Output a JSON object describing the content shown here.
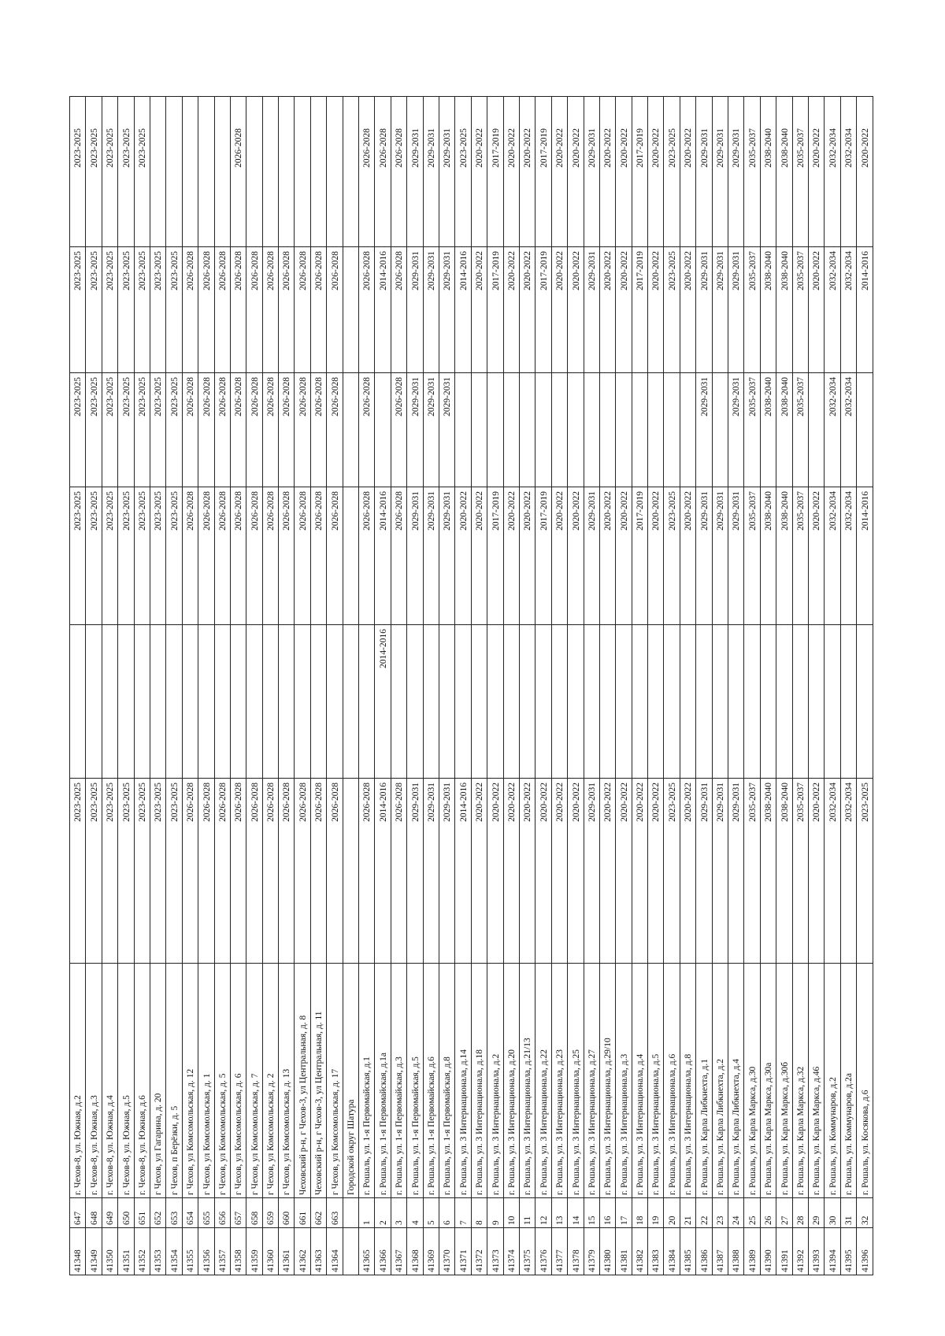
{
  "table": {
    "rows": [
      [
        "41348",
        "647",
        "г. Чехов-8, ул. Южная, д.2",
        "2023-2025",
        "",
        "2023-2025",
        "2023-2025",
        "2023-2025",
        "2023-2025"
      ],
      [
        "41349",
        "648",
        "г. Чехов-8, ул. Южная, д.3",
        "2023-2025",
        "",
        "2023-2025",
        "2023-2025",
        "2023-2025",
        "2023-2025"
      ],
      [
        "41350",
        "649",
        "г. Чехов-8, ул. Южная, д.4",
        "2023-2025",
        "",
        "2023-2025",
        "2023-2025",
        "2023-2025",
        "2023-2025"
      ],
      [
        "41351",
        "650",
        "г. Чехов-8, ул. Южная, д.5",
        "2023-2025",
        "",
        "2023-2025",
        "2023-2025",
        "2023-2025",
        "2023-2025"
      ],
      [
        "41352",
        "651",
        "г. Чехов-8, ул. Южная, д.6",
        "2023-2025",
        "",
        "2023-2025",
        "2023-2025",
        "2023-2025",
        "2023-2025"
      ],
      [
        "41353",
        "652",
        "г Чехов, ул Гагарина, д. 20",
        "2023-2025",
        "",
        "2023-2025",
        "2023-2025",
        "2023-2025",
        ""
      ],
      [
        "41354",
        "653",
        "г Чехов, п Берёзки, д. 5",
        "2023-2025",
        "",
        "2023-2025",
        "2023-2025",
        "2023-2025",
        ""
      ],
      [
        "41355",
        "654",
        "г Чехов, ул Комсомольская, д. 12",
        "2026-2028",
        "",
        "2026-2028",
        "2026-2028",
        "2026-2028",
        ""
      ],
      [
        "41356",
        "655",
        "г Чехов, ул Комсомольская, д. 1",
        "2026-2028",
        "",
        "2026-2028",
        "2026-2028",
        "2026-2028",
        ""
      ],
      [
        "41357",
        "656",
        "г Чехов, ул Комсомольская, д. 5",
        "2026-2028",
        "",
        "2026-2028",
        "2026-2028",
        "2026-2028",
        ""
      ],
      [
        "41358",
        "657",
        "г Чехов, ул Комсомольская, д. 6",
        "2026-2028",
        "",
        "2026-2028",
        "2026-2028",
        "2026-2028",
        "2026-2028"
      ],
      [
        "41359",
        "658",
        "г Чехов, ул Комсомольская, д. 7",
        "2026-2028",
        "",
        "2026-2028",
        "2026-2028",
        "2026-2028",
        ""
      ],
      [
        "41360",
        "659",
        "г Чехов, ул Комсомольская, д. 2",
        "2026-2028",
        "",
        "2026-2028",
        "2026-2028",
        "2026-2028",
        ""
      ],
      [
        "41361",
        "660",
        "г Чехов, ул Комсомольская, д. 13",
        "2026-2028",
        "",
        "2026-2028",
        "2026-2028",
        "2026-2028",
        ""
      ],
      [
        "41362",
        "661",
        "Чеховский р-н, г Чехов-3, ул Центральная, д. 8",
        "2026-2028",
        "",
        "2026-2028",
        "2026-2028",
        "2026-2028",
        ""
      ],
      [
        "41363",
        "662",
        "Чеховский р-н, г Чехов-3, ул Центральная, д. 11",
        "2026-2028",
        "",
        "2026-2028",
        "2026-2028",
        "2026-2028",
        ""
      ],
      [
        "41364",
        "663",
        "г Чехов, ул Комсомольская, д. 17",
        "2026-2028",
        "",
        "2026-2028",
        "2026-2028",
        "2026-2028",
        ""
      ],
      [
        "",
        "",
        "Городской округ Шатура",
        "",
        "",
        "",
        "",
        "",
        ""
      ],
      [
        "41365",
        "1",
        "г. Рошаль, ул. 1-я Первомайская, д.1",
        "2026-2028",
        "",
        "2026-2028",
        "2026-2028",
        "2026-2028",
        "2026-2028"
      ],
      [
        "41366",
        "2",
        "г. Рошаль, ул. 1-я Первомайская, д.1а",
        "2014-2016",
        "2014-2016",
        "2014-2016",
        "",
        "2014-2016",
        "2026-2028"
      ],
      [
        "41367",
        "3",
        "г. Рошаль, ул. 1-я Первомайская, д.3",
        "2026-2028",
        "",
        "2026-2028",
        "2026-2028",
        "2026-2028",
        "2026-2028"
      ],
      [
        "41368",
        "4",
        "г. Рошаль, ул. 1-я Первомайская, д.5",
        "2029-2031",
        "",
        "2029-2031",
        "2029-2031",
        "2029-2031",
        "2029-2031"
      ],
      [
        "41369",
        "5",
        "г. Рошаль, ул. 1-я Первомайская, д.6",
        "2029-2031",
        "",
        "2029-2031",
        "2029-2031",
        "2029-2031",
        "2029-2031"
      ],
      [
        "41370",
        "6",
        "г. Рошаль, ул. 1-я Первомайская, д.8",
        "2029-2031",
        "",
        "2029-2031",
        "2029-2031",
        "2029-2031",
        "2029-2031"
      ],
      [
        "41371",
        "7",
        "г. Рошаль, ул. 3 Интернационала, д.14",
        "2014-2016",
        "",
        "2020-2022",
        "",
        "2014-2016",
        "2023-2025"
      ],
      [
        "41372",
        "8",
        "г. Рошаль, ул. 3 Интернационала, д.18",
        "2020-2022",
        "",
        "2020-2022",
        "",
        "2020-2022",
        "2020-2022"
      ],
      [
        "41373",
        "9",
        "г. Рошаль, ул. 3 Интернационала, д.2",
        "2020-2022",
        "",
        "2017-2019",
        "",
        "2017-2019",
        "2017-2019"
      ],
      [
        "41374",
        "10",
        "г. Рошаль, ул. 3 Интернационала, д.20",
        "2020-2022",
        "",
        "2020-2022",
        "",
        "2020-2022",
        "2020-2022"
      ],
      [
        "41375",
        "11",
        "г. Рошаль, ул. 3 Интернационала, д.21/13",
        "2020-2022",
        "",
        "2020-2022",
        "",
        "2020-2022",
        "2020-2022"
      ],
      [
        "41376",
        "12",
        "г. Рошаль, ул. 3 Интернационала, д.22",
        "2020-2022",
        "",
        "2017-2019",
        "",
        "2017-2019",
        "2017-2019"
      ],
      [
        "41377",
        "13",
        "г. Рошаль, ул. 3 Интернационала, д.23",
        "2020-2022",
        "",
        "2020-2022",
        "",
        "2020-2022",
        "2020-2022"
      ],
      [
        "41378",
        "14",
        "г. Рошаль, ул. 3 Интернационала, д.25",
        "2020-2022",
        "",
        "2020-2022",
        "",
        "2020-2022",
        "2020-2022"
      ],
      [
        "41379",
        "15",
        "г. Рошаль, ул. 3 Интернационала, д.27",
        "2029-2031",
        "",
        "2029-2031",
        "",
        "2029-2031",
        "2029-2031"
      ],
      [
        "41380",
        "16",
        "г. Рошаль, ул. 3 Интернационала, д.29/10",
        "2020-2022",
        "",
        "2020-2022",
        "",
        "2020-2022",
        "2020-2022"
      ],
      [
        "41381",
        "17",
        "г. Рошаль, ул. 3 Интернационала, д.3",
        "2020-2022",
        "",
        "2020-2022",
        "",
        "2020-2022",
        "2020-2022"
      ],
      [
        "41382",
        "18",
        "г. Рошаль, ул. 3 Интернационала, д.4",
        "2020-2022",
        "",
        "2017-2019",
        "",
        "2017-2019",
        "2017-2019"
      ],
      [
        "41383",
        "19",
        "г. Рошаль, ул. 3 Интернационала, д.5",
        "2020-2022",
        "",
        "2020-2022",
        "",
        "2020-2022",
        "2020-2022"
      ],
      [
        "41384",
        "20",
        "г. Рошаль, ул. 3 Интернационала, д.6",
        "2023-2025",
        "",
        "2023-2025",
        "",
        "2023-2025",
        "2023-2025"
      ],
      [
        "41385",
        "21",
        "г. Рошаль, ул. 3 Интернационала, д.8",
        "2020-2022",
        "",
        "2020-2022",
        "",
        "2020-2022",
        "2020-2022"
      ],
      [
        "41386",
        "22",
        "г. Рошаль, ул. Карла Либкнехта, д.1",
        "2029-2031",
        "",
        "2029-2031",
        "2029-2031",
        "2029-2031",
        "2029-2031"
      ],
      [
        "41387",
        "23",
        "г. Рошаль, ул. Карла Либкнехта, д.2",
        "2029-2031",
        "",
        "2029-2031",
        "",
        "2029-2031",
        "2029-2031"
      ],
      [
        "41388",
        "24",
        "г. Рошаль, ул. Карла Либкнехта, д.4",
        "2029-2031",
        "",
        "2029-2031",
        "2029-2031",
        "2029-2031",
        "2029-2031"
      ],
      [
        "41389",
        "25",
        "г. Рошаль, ул. Карла Маркса, д.30",
        "2035-2037",
        "",
        "2035-2037",
        "2035-2037",
        "2035-2037",
        "2035-2037"
      ],
      [
        "41390",
        "26",
        "г. Рошаль, ул. Карла Маркса, д.30а",
        "2038-2040",
        "",
        "2038-2040",
        "2038-2040",
        "2038-2040",
        "2038-2040"
      ],
      [
        "41391",
        "27",
        "г. Рошаль, ул. Карла Маркса, д.30б",
        "2038-2040",
        "",
        "2038-2040",
        "2038-2040",
        "2038-2040",
        "2038-2040"
      ],
      [
        "41392",
        "28",
        "г. Рошаль, ул. Карла Маркса, д.32",
        "2035-2037",
        "",
        "2035-2037",
        "2035-2037",
        "2035-2037",
        "2035-2037"
      ],
      [
        "41393",
        "29",
        "г. Рошаль, ул. Карла Маркса, д.46",
        "2020-2022",
        "",
        "2020-2022",
        "",
        "2020-2022",
        "2020-2022"
      ],
      [
        "41394",
        "30",
        "г. Рошаль, ул. Коммунаров, д.2",
        "2032-2034",
        "",
        "2032-2034",
        "2032-2034",
        "2032-2034",
        "2032-2034"
      ],
      [
        "41395",
        "31",
        "г. Рошаль, ул. Коммунаров, д.2а",
        "2032-2034",
        "",
        "2032-2034",
        "2032-2034",
        "2032-2034",
        "2032-2034"
      ],
      [
        "41396",
        "32",
        "г. Рошаль, ул. Косякова, д.6",
        "2023-2025",
        "",
        "2014-2016",
        "",
        "2014-2016",
        "2020-2022"
      ]
    ]
  }
}
